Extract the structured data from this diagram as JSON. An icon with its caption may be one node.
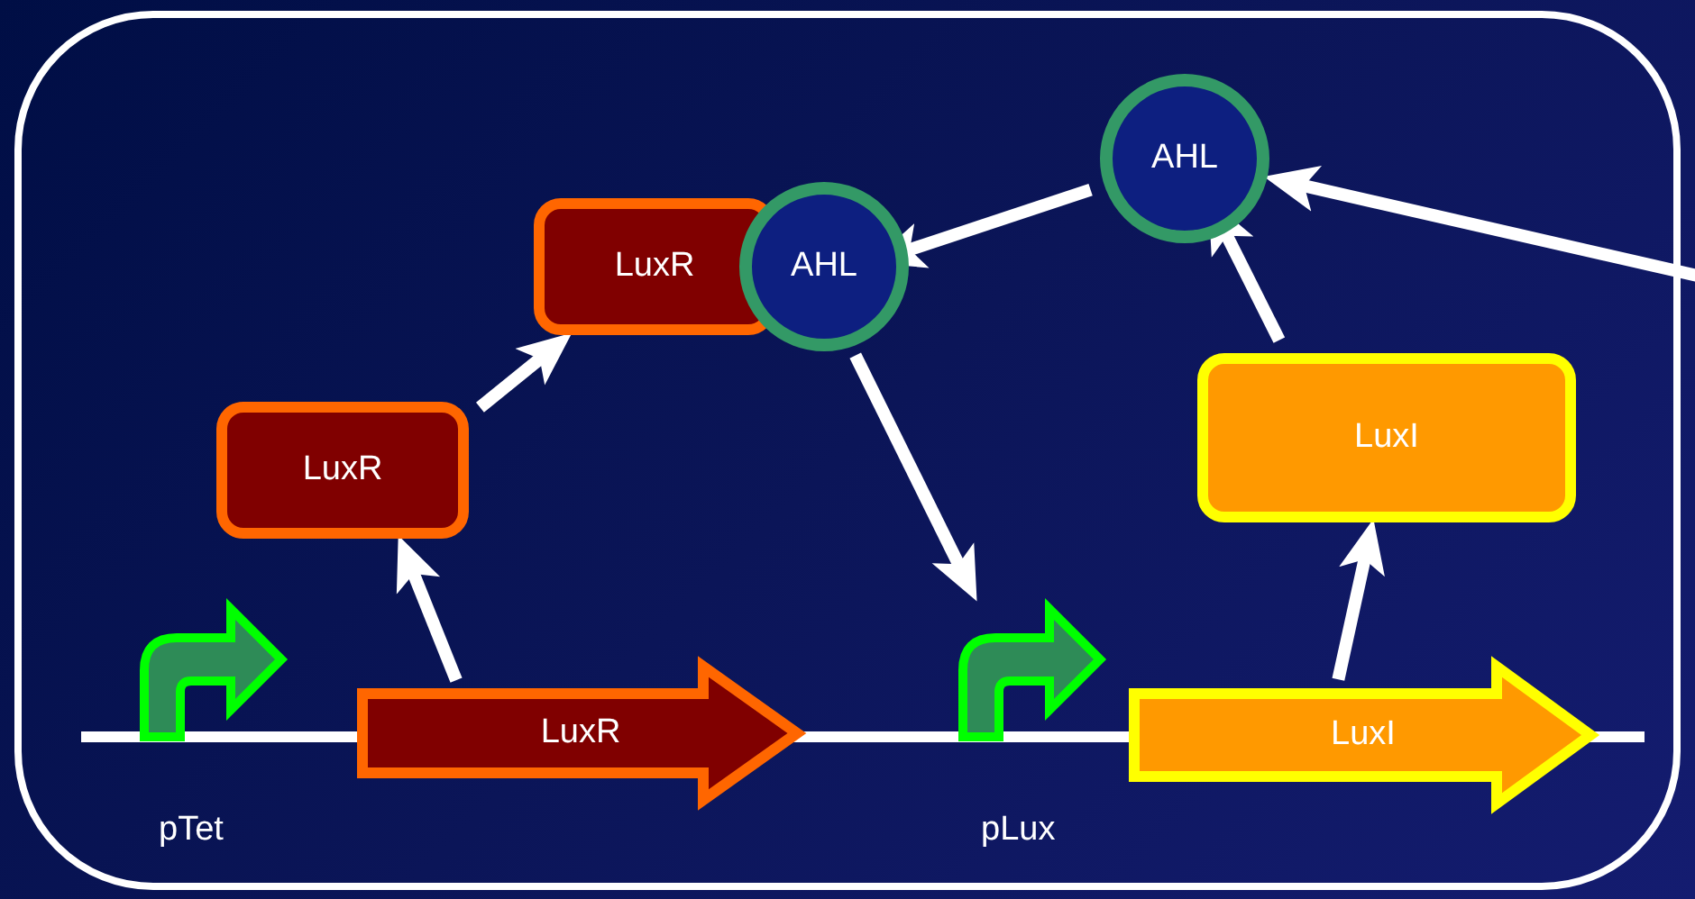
{
  "diagram": {
    "nodes": [
      {
        "text": [],
        "shape": "arrow",
        "beside": [
          "pTet"
        ]
      },
      {
        "text": [
          "LuxR"
        ]
      },
      {
        "text": [],
        "shape": "arrow",
        "beside": [
          "pLux"
        ]
      },
      {
        "text": [
          "LuxI"
        ]
      },
      {
        "text": [
          "LuxR"
        ]
      },
      {
        "text": [
          "LuxR"
        ]
      },
      {
        "text": [
          "AHL"
        ]
      },
      {
        "text": [
          "AHL"
        ]
      },
      {
        "text": [
          "LuxI"
        ]
      }
    ],
    "edges": [
      {
        "from": 1,
        "to": 4,
        "arrow": "to"
      },
      {
        "from": 4,
        "to": 5,
        "arrow": "to"
      },
      {
        "from": 6,
        "to": 2,
        "arrow": "to"
      },
      {
        "from": 3,
        "to": 8,
        "arrow": "to"
      },
      {
        "from": 8,
        "to": 7,
        "arrow": "to"
      },
      {
        "from": 7,
        "to": 6,
        "arrow": "to"
      },
      {
        "from": null,
        "to": 7,
        "arrow": "to"
      }
    ]
  }
}
